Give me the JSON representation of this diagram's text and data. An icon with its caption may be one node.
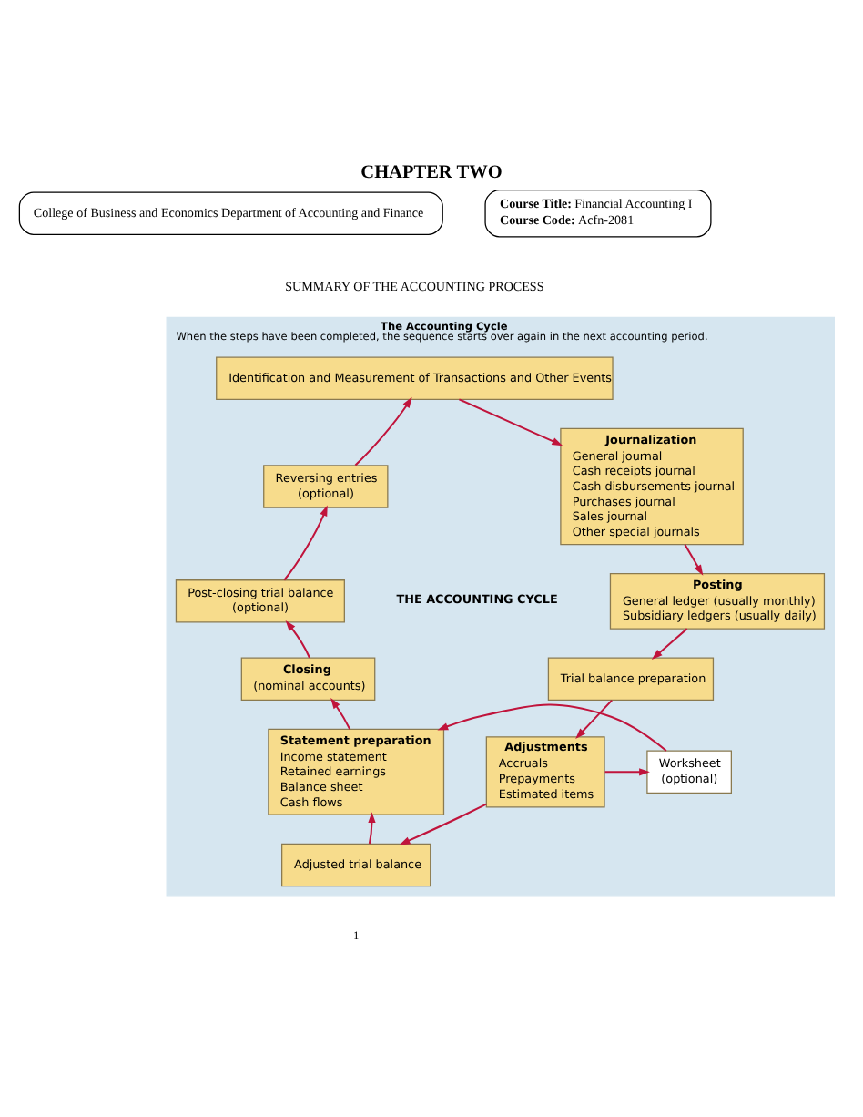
{
  "diagram": {
    "title": "CHAPTER TWO",
    "nodes": [
      {
        "text": [
          "College of Business and Economics Department of Accounting and Finance"
        ]
      },
      {
        "text": [
          "**Course Title:** Financial Accounting I",
          "**Course Code:** Acfn-2081"
        ]
      },
      {
        "text": [
          "The Accounting Cycle",
          "When the steps have been completed, the sequence starts over again in the next accounting period."
        ]
      },
      {
        "text": [
          "Identification and Measurement of Transactions and Other Events"
        ],
        "in": 2
      },
      {
        "text": [
          "Journalization",
          "General journal",
          "Cash receipts journal",
          "Cash disbursements journal",
          "Purchases journal",
          "Sales journal",
          "Other special journals"
        ],
        "in": 2
      },
      {
        "text": [
          "Posting",
          "General ledger (usually monthly)",
          "Subsidiary ledgers (usually daily)"
        ],
        "in": 2
      },
      {
        "text": [
          "Trial balance preparation"
        ],
        "in": 2
      },
      {
        "text": [
          "Adjustments",
          "Accruals",
          "Prepayments",
          "Estimated items"
        ],
        "in": 2
      },
      {
        "text": [
          "Worksheet",
          "(optional)"
        ],
        "in": 2
      },
      {
        "text": [
          "Statement preparation",
          "Income statement",
          "Retained earnings",
          "Balance sheet",
          "Cash flows"
        ],
        "in": 2
      },
      {
        "text": [
          "Adjusted trial balance"
        ],
        "in": 2
      },
      {
        "text": [
          "Closing",
          "(nominal accounts)"
        ],
        "in": 2
      },
      {
        "text": [
          "Post-closing trial balance",
          "(optional)"
        ],
        "in": 2
      },
      {
        "text": [
          "Reversing entries",
          "(optional)"
        ],
        "in": 2
      }
    ],
    "edges": [
      {
        "from": 3,
        "to": 4,
        "arrow": "to"
      },
      {
        "from": 4,
        "to": 5,
        "arrow": "to"
      },
      {
        "from": 5,
        "to": 6,
        "arrow": "to"
      },
      {
        "from": 6,
        "to": 7,
        "arrow": "to"
      },
      {
        "from": 7,
        "to": 8,
        "arrow": "to"
      },
      {
        "from": 8,
        "to": 9,
        "arrow": "to"
      },
      {
        "from": 7,
        "to": 10,
        "arrow": "to"
      },
      {
        "from": 10,
        "to": 9,
        "arrow": "to"
      },
      {
        "from": 9,
        "to": 11,
        "arrow": "to"
      },
      {
        "from": 11,
        "to": 12,
        "arrow": "to"
      },
      {
        "from": 12,
        "to": 13,
        "arrow": "to"
      },
      {
        "from": 13,
        "to": 3,
        "arrow": "to"
      }
    ],
    "labels": [
      "SUMMARY OF THE ACCOUNTING PROCESS",
      "THE ACCOUNTING CYCLE",
      "1"
    ]
  }
}
